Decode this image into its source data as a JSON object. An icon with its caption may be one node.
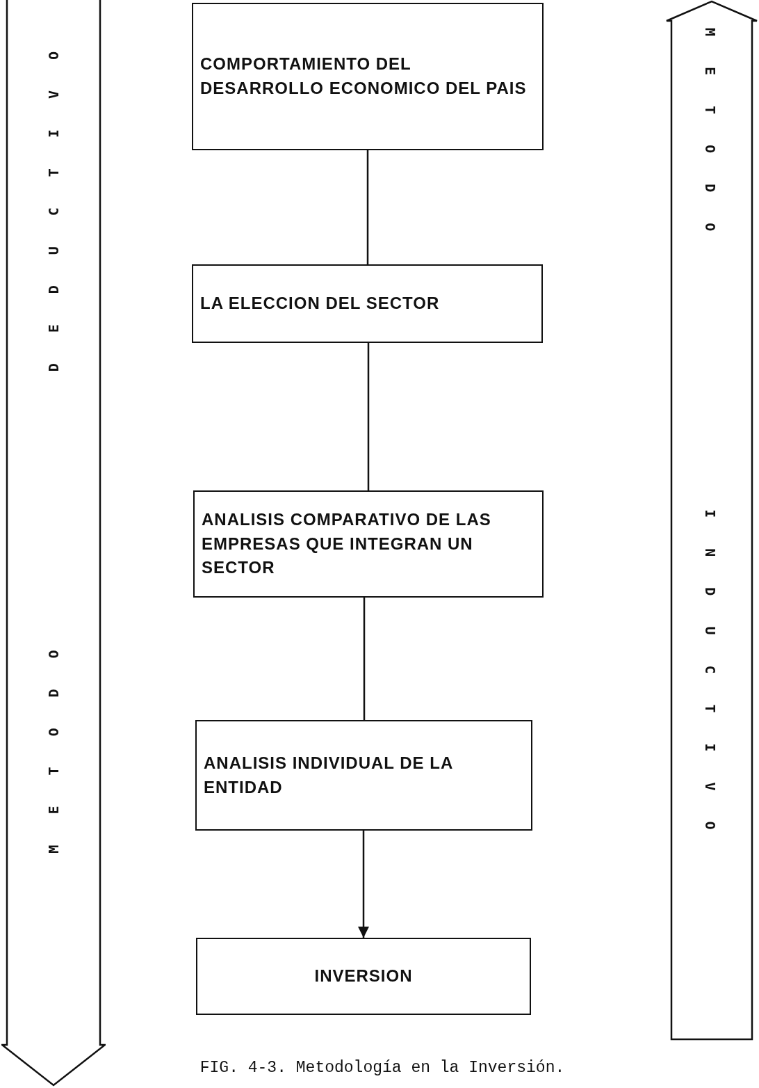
{
  "diagram": {
    "caption": "FIG. 4-3. Metodología en la Inversión.",
    "nodes": [
      {
        "text": [
          "COMPORTAMIENTO DEL DESARROLLO ECONOMICO DEL PAIS"
        ]
      },
      {
        "text": [
          "LA ELECCION DEL SECTOR"
        ]
      },
      {
        "text": [
          "ANALISIS COMPARATIVO DE LAS EMPRESAS QUE INTEGRAN UN SECTOR"
        ]
      },
      {
        "text": [
          "ANALISIS INDIVIDUAL DE LA ENTIDAD"
        ]
      },
      {
        "text": [
          "INVERSION"
        ]
      },
      {
        "text": [
          "METODO DEDUCTIVO"
        ]
      },
      {
        "text": [
          "METODO INDUCTIVO"
        ]
      }
    ],
    "edges": [
      {
        "from": 0,
        "to": 1,
        "arrow": "none"
      },
      {
        "from": 1,
        "to": 2,
        "arrow": "none"
      },
      {
        "from": 2,
        "to": 3,
        "arrow": "none"
      },
      {
        "from": 3,
        "to": 4,
        "arrow": "to"
      }
    ]
  }
}
